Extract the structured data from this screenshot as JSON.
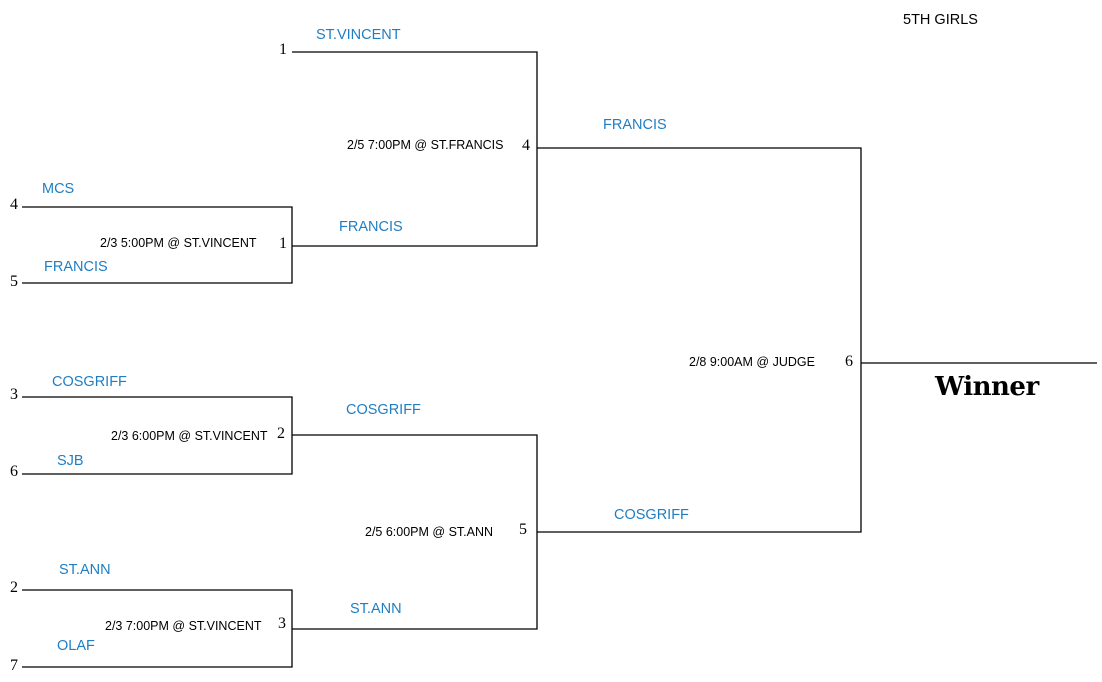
{
  "title": "5TH GIRLS",
  "winner_label": "Winner",
  "colors": {
    "team": "#1f7ec3",
    "line": "#000000"
  },
  "seeds": {
    "s1": "1",
    "s4": "4",
    "s5": "5",
    "s3": "3",
    "s6": "6",
    "s2": "2",
    "s7": "7"
  },
  "teams": {
    "st_vincent": "ST.VINCENT",
    "mcs": "MCS",
    "francis_r1": "FRANCIS",
    "cosgriff_r1": "COSGRIFF",
    "sjb": "SJB",
    "st_ann_r1": "ST.ANN",
    "olaf": "OLAF"
  },
  "games": {
    "g1": {
      "number": "1",
      "info": "2/3 5:00PM @ ST.VINCENT",
      "winner": "FRANCIS"
    },
    "g2": {
      "number": "2",
      "info": "2/3 6:00PM @ ST.VINCENT",
      "winner": "COSGRIFF"
    },
    "g3": {
      "number": "3",
      "info": "2/3 7:00PM @ ST.VINCENT",
      "winner": "ST.ANN"
    },
    "g4": {
      "number": "4",
      "info": "2/5 7:00PM @ ST.FRANCIS",
      "winner": "FRANCIS"
    },
    "g5": {
      "number": "5",
      "info": "2/5 6:00PM @ ST.ANN",
      "winner": "COSGRIFF"
    },
    "g6": {
      "number": "6",
      "info": "2/8 9:00AM @ JUDGE"
    }
  }
}
